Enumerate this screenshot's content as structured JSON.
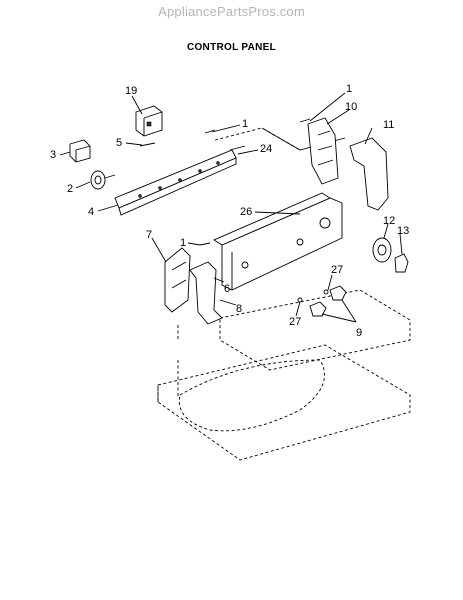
{
  "watermark": "AppliancePartsPros.com",
  "title": "CONTROL PANEL",
  "callouts": [
    "19",
    "1",
    "10",
    "11",
    "5",
    "24",
    "3",
    "2",
    "4",
    "26",
    "12",
    "13",
    "7",
    "1",
    "27",
    "6",
    "8",
    "27",
    "9"
  ]
}
